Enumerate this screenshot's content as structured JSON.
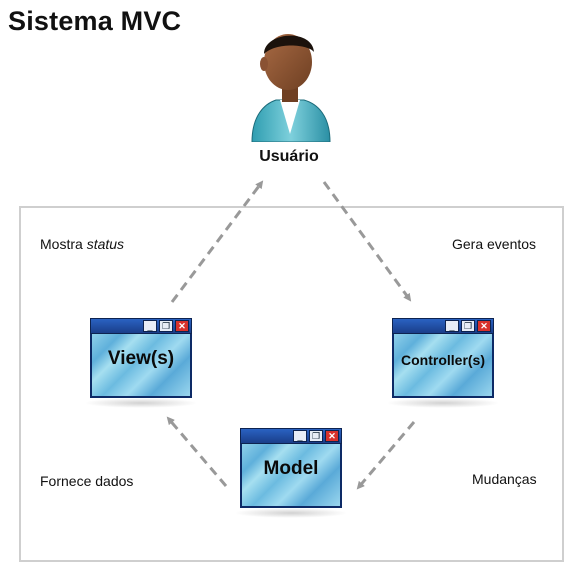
{
  "title": "Sistema MVC",
  "user": {
    "label": "Usuário",
    "icon": "user-icon"
  },
  "notes": {
    "show_status_prefix": "Mostra ",
    "show_status_word": "status",
    "generate_events": "Gera eventos",
    "provides_data": "Fornece dados",
    "changes": "Mudanças"
  },
  "windows": {
    "view": {
      "label": "View(s)"
    },
    "controller": {
      "label": "Controller(s)"
    },
    "model": {
      "label": "Model"
    }
  },
  "colors": {
    "arrow": "#999999",
    "window_titlebar": "#1f4fa8",
    "window_body": "#7cc4e6",
    "close_button": "#d8312b",
    "frame_border": "#cfcfcf"
  }
}
